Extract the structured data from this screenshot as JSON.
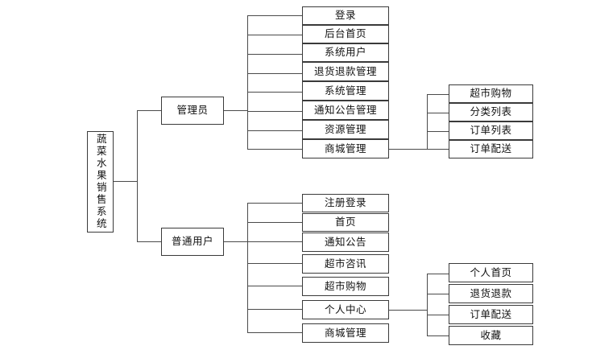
{
  "diagram": {
    "type": "organization-tree",
    "title_node": "蔬菜水果销售系统",
    "roles": {
      "admin": "管理员",
      "user": "普通用户"
    },
    "admin_modules": [
      "登录",
      "后台首页",
      "系统用户",
      "退货退款管理",
      "系统管理",
      "通知公告管理",
      "资源管理",
      "商城管理"
    ],
    "admin_mall_submodules": [
      "超市购物",
      "分类列表",
      "订单列表",
      "订单配送"
    ],
    "user_modules": [
      "注册登录",
      "首页",
      "通知公告",
      "超市咨讯",
      "超市购物",
      "个人中心",
      "商城管理"
    ],
    "user_center_submodules": [
      "个人首页",
      "退货退款",
      "订单配送",
      "收藏"
    ],
    "colors": {
      "border": "#3a3a3a",
      "line": "#4a4a4a",
      "text": "#111111",
      "background": "#ffffff"
    }
  }
}
